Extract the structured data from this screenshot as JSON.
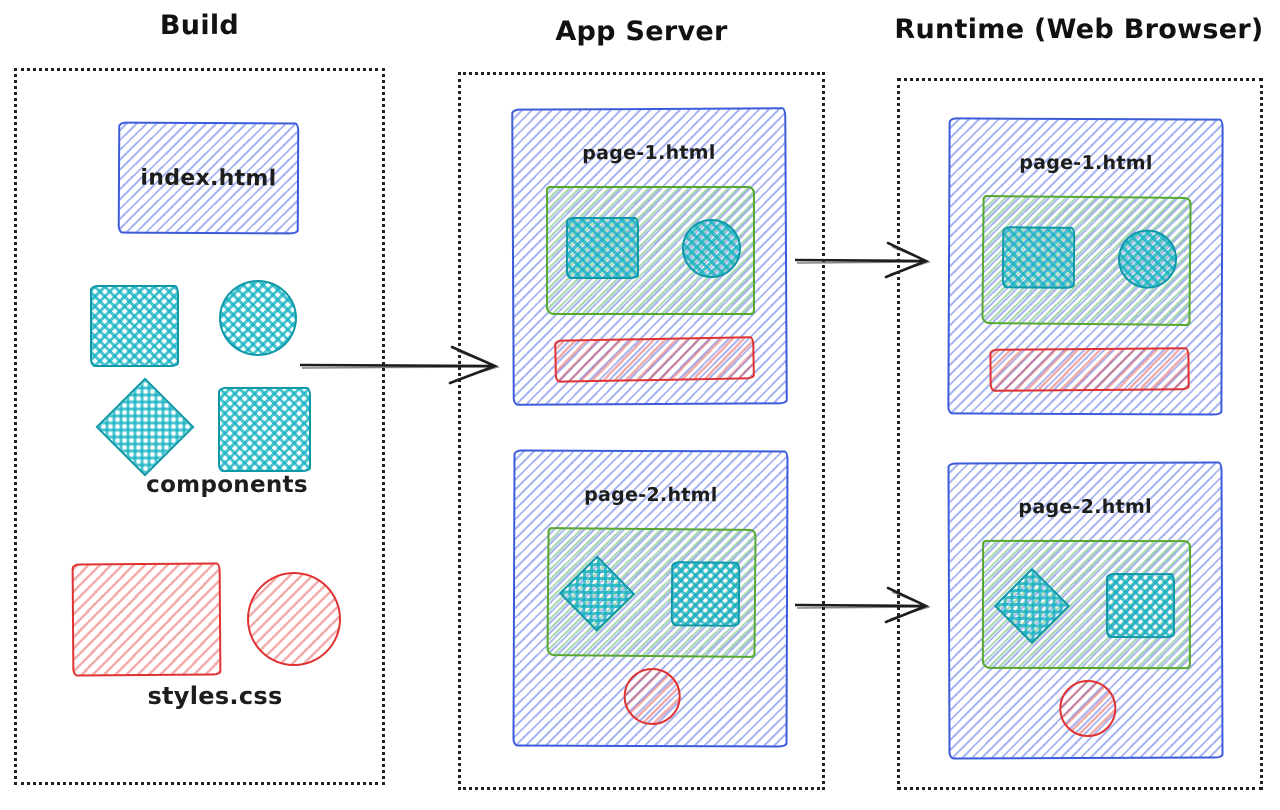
{
  "columns": {
    "build": {
      "title": "Build"
    },
    "app_server": {
      "title": "App Server"
    },
    "runtime": {
      "title": "Runtime (Web Browser)"
    }
  },
  "build": {
    "index_label": "index.html",
    "components_label": "components",
    "styles_label": "styles.css",
    "component_shapes": [
      "square",
      "circle",
      "diamond",
      "square"
    ],
    "style_shapes": [
      "rectangle",
      "circle"
    ]
  },
  "app_server": {
    "pages": [
      {
        "label": "page-1.html",
        "panel_shapes": [
          "square",
          "circle"
        ],
        "style_shape": "bar"
      },
      {
        "label": "page-2.html",
        "panel_shapes": [
          "diamond",
          "square"
        ],
        "style_shape": "circle"
      }
    ]
  },
  "runtime": {
    "pages": [
      {
        "label": "page-1.html",
        "panel_shapes": [
          "square",
          "circle"
        ],
        "style_shape": "bar"
      },
      {
        "label": "page-2.html",
        "panel_shapes": [
          "diamond",
          "square"
        ],
        "style_shape": "circle"
      }
    ]
  },
  "arrows": [
    {
      "from": "build",
      "to": "app_server"
    },
    {
      "from": "app_server.page-1",
      "to": "runtime.page-1"
    },
    {
      "from": "app_server.page-2",
      "to": "runtime.page-2"
    }
  ],
  "colors": {
    "blue_stroke": "#3b5bdb",
    "blue_hatch": "#8fa5f0",
    "teal_stroke": "#0f98a8",
    "teal_hatch": "#27bccb",
    "green_stroke": "#56a82f",
    "green_hatch": "#7fd48a",
    "red_stroke": "#e03131",
    "red_hatch": "#f49d9d",
    "ink": "#1d1d1d",
    "dashed_border": "#222222"
  }
}
